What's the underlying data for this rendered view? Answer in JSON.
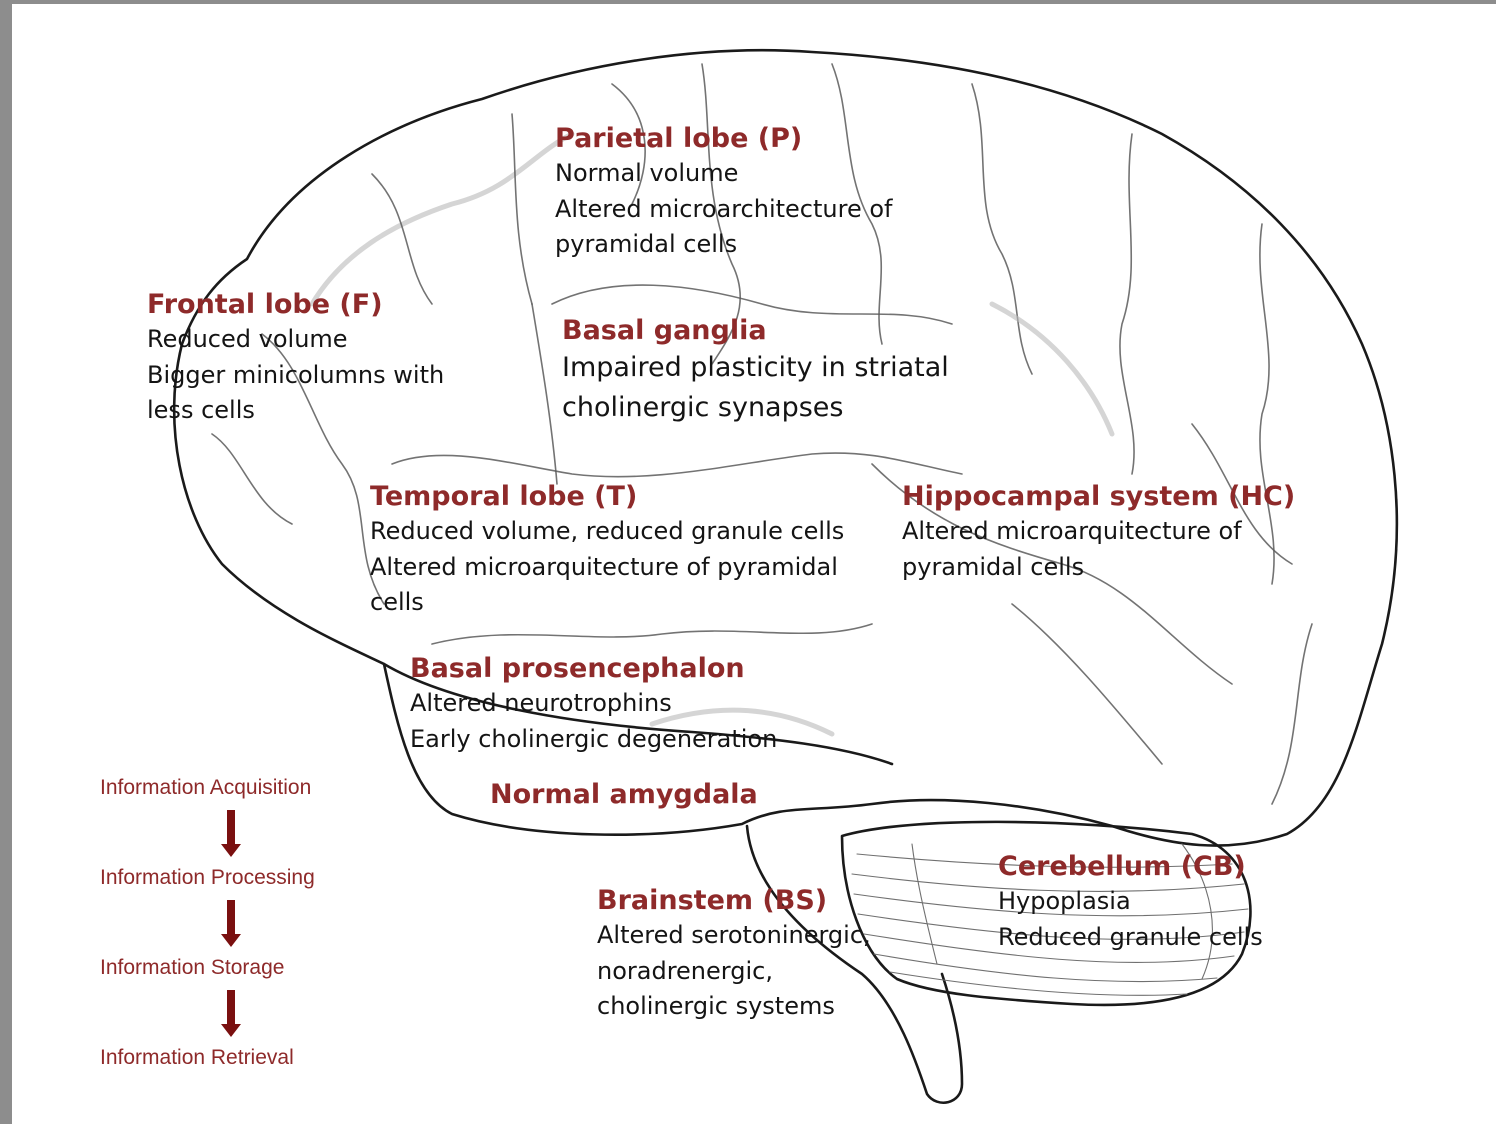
{
  "accent_color": "#8e2a2a",
  "regions": {
    "parietal": {
      "title": "Parietal lobe (P)",
      "lines": [
        "Normal volume",
        "Altered microarchitecture of",
        "pyramidal cells"
      ]
    },
    "frontal": {
      "title": "Frontal lobe (F)",
      "lines": [
        "Reduced volume",
        "Bigger minicolumns with",
        "less cells"
      ]
    },
    "basal_ganglia": {
      "title": "Basal ganglia",
      "lines": [
        "Impaired plasticity in striatal",
        "cholinergic synapses"
      ]
    },
    "temporal": {
      "title": "Temporal lobe (T)",
      "lines": [
        "Reduced volume, reduced granule cells",
        "Altered microarquitecture of pyramidal",
        "cells"
      ]
    },
    "hippocampal": {
      "title": "Hippocampal system (HC)",
      "lines": [
        "Altered microarquitecture of",
        "pyramidal cells"
      ]
    },
    "basal_prosencephalon": {
      "title": "Basal prosencephalon",
      "lines": [
        "Altered neurotrophins",
        "Early cholinergic degeneration"
      ]
    },
    "amygdala": {
      "title": "Normal amygdala"
    },
    "cerebellum": {
      "title": "Cerebellum (CB)",
      "lines": [
        "Hypoplasia",
        "Reduced granule cells"
      ]
    },
    "brainstem": {
      "title": "Brainstem (BS)",
      "lines": [
        "Altered serotoninergic,",
        "noradrenergic,",
        "cholinergic systems"
      ]
    }
  },
  "flow": [
    "Information Acquisition",
    "Information Processing",
    "Information Storage",
    "Information Retrieval"
  ]
}
